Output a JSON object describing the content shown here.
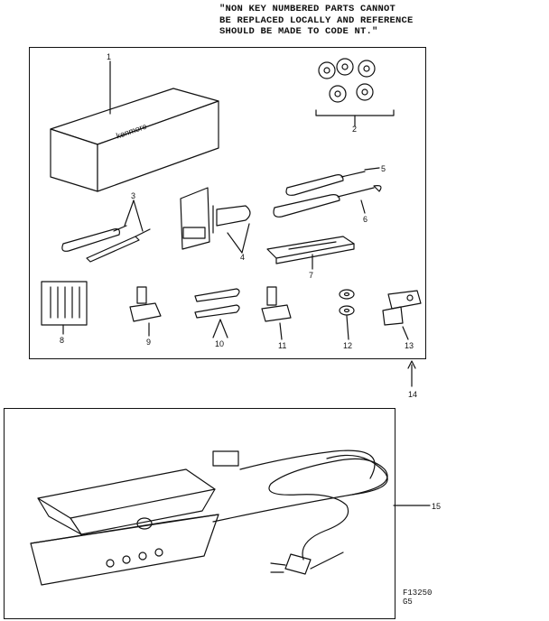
{
  "note": {
    "line1": "\"NON KEY NUMBERED PARTS CANNOT",
    "line2": "BE REPLACED LOCALLY AND REFERENCE",
    "line3": "SHOULD BE MADE TO CODE NT.\""
  },
  "callouts": {
    "c1": "1",
    "c2": "2",
    "c3": "3",
    "c4": "4",
    "c5": "5",
    "c6": "6",
    "c7": "7",
    "c8": "8",
    "c9": "9",
    "c10": "10",
    "c11": "11",
    "c12": "12",
    "c13": "13",
    "c14": "14",
    "c15": "15"
  },
  "box_text": "kenmore",
  "code": {
    "line1": "F13250",
    "line2": "G5"
  }
}
